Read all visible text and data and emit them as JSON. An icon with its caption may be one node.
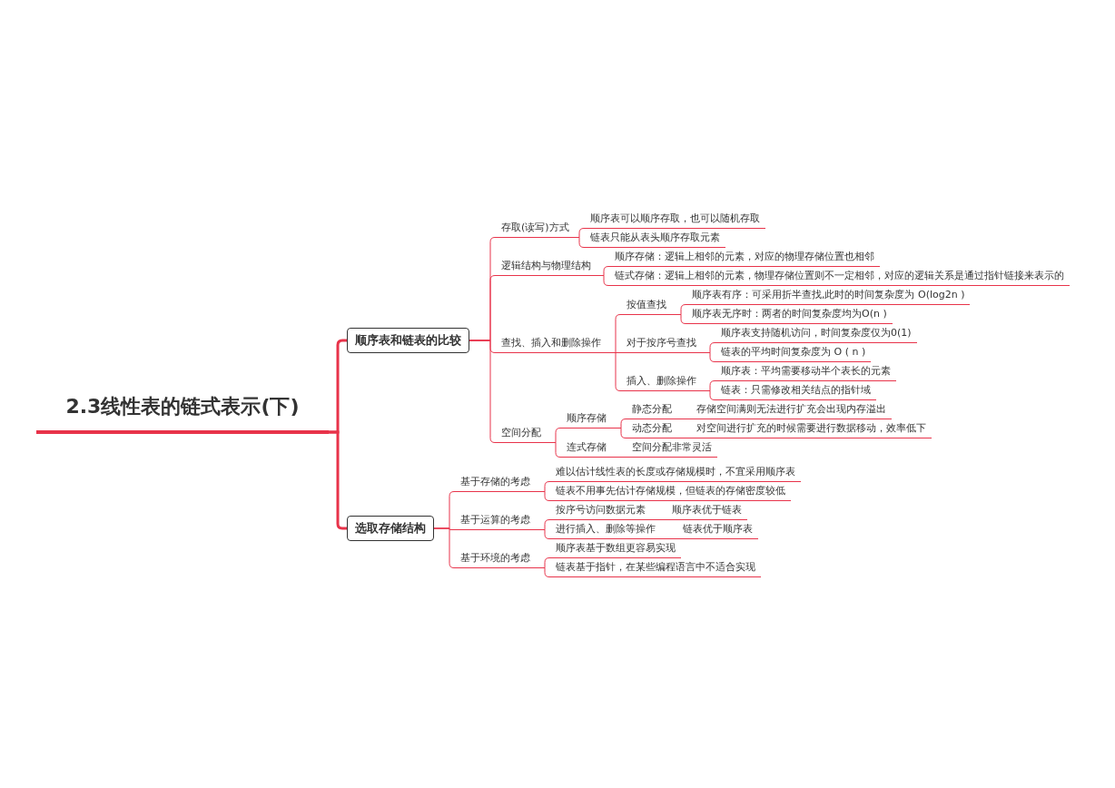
{
  "diagram": {
    "nodes": [
      {
        "text": [
          "2.3线性表的链式表示(下)"
        ]
      },
      {
        "text": [
          "顺序表和链表的比较"
        ]
      },
      {
        "text": [
          "存取(读写)方式"
        ]
      },
      {
        "text": [
          "顺序表可以顺序存取，也可以随机存取"
        ]
      },
      {
        "text": [
          "链表只能从表头顺序存取元素"
        ]
      },
      {
        "text": [
          "逻辑结构与物理结构"
        ]
      },
      {
        "text": [
          "顺序存储：逻辑上相邻的元素，对应的物理存储位置也相邻"
        ]
      },
      {
        "text": [
          "链式存储：逻辑上相邻的元素，物理存储位置则不一定相邻，对应的逻辑关系是通过指针链接来表示的"
        ]
      },
      {
        "text": [
          "查找、插入和删除操作"
        ]
      },
      {
        "text": [
          "按值查找"
        ]
      },
      {
        "text": [
          "顺序表有序：可采用折半查找,此时的时间复杂度为 O(log2n )"
        ]
      },
      {
        "text": [
          "顺序表无序时：两者的时间复杂度均为O(n )"
        ]
      },
      {
        "text": [
          "对于按序号查找"
        ]
      },
      {
        "text": [
          "顺序表支持随机访问，时间复杂度仅为0(1)"
        ]
      },
      {
        "text": [
          "链表的平均时间复杂度为 O ( n )"
        ]
      },
      {
        "text": [
          "插入、删除操作"
        ]
      },
      {
        "text": [
          "顺序表：平均需要移动半个表长的元素"
        ]
      },
      {
        "text": [
          "链表：只需修改相关结点的指针域"
        ]
      },
      {
        "text": [
          "空间分配"
        ]
      },
      {
        "text": [
          "顺序存储"
        ]
      },
      {
        "text": [
          "静态分配"
        ]
      },
      {
        "text": [
          "存储空间满则无法进行扩充会出现内存溢出"
        ]
      },
      {
        "text": [
          "动态分配"
        ]
      },
      {
        "text": [
          "对空间进行扩充的时候需要进行数据移动，效率低下"
        ]
      },
      {
        "text": [
          "连式存储"
        ]
      },
      {
        "text": [
          "空间分配非常灵活"
        ]
      },
      {
        "text": [
          "选取存储结构"
        ]
      },
      {
        "text": [
          "基于存储的考虑"
        ]
      },
      {
        "text": [
          "难以估计线性表的长度或存储规模时，不宜采用顺序表"
        ]
      },
      {
        "text": [
          "链表不用事先估计存储规模，但链表的存储密度较低"
        ]
      },
      {
        "text": [
          "基于运算的考虑"
        ]
      },
      {
        "text": [
          "按序号访问数据元素"
        ]
      },
      {
        "text": [
          "顺序表优于链表"
        ]
      },
      {
        "text": [
          "进行插入、删除等操作"
        ]
      },
      {
        "text": [
          "链表优于顺序表"
        ]
      },
      {
        "text": [
          "基于环境的考虑"
        ]
      },
      {
        "text": [
          "顺序表基于数组更容易实现"
        ]
      },
      {
        "text": [
          "链表基于指针，在某些编程语言中不适合实现"
        ]
      }
    ],
    "edges": [
      {
        "from": 0,
        "to": 1,
        "arrow": "none",
        "style": "thick"
      },
      {
        "from": 0,
        "to": 26,
        "arrow": "none",
        "style": "thick"
      },
      {
        "from": 1,
        "to": 2,
        "arrow": "none"
      },
      {
        "from": 1,
        "to": 5,
        "arrow": "none"
      },
      {
        "from": 1,
        "to": 8,
        "arrow": "none"
      },
      {
        "from": 1,
        "to": 18,
        "arrow": "none"
      },
      {
        "from": 2,
        "to": 3,
        "arrow": "none"
      },
      {
        "from": 2,
        "to": 4,
        "arrow": "none"
      },
      {
        "from": 5,
        "to": 6,
        "arrow": "none"
      },
      {
        "from": 5,
        "to": 7,
        "arrow": "none"
      },
      {
        "from": 8,
        "to": 9,
        "arrow": "none"
      },
      {
        "from": 8,
        "to": 12,
        "arrow": "none"
      },
      {
        "from": 8,
        "to": 15,
        "arrow": "none"
      },
      {
        "from": 9,
        "to": 10,
        "arrow": "none"
      },
      {
        "from": 9,
        "to": 11,
        "arrow": "none"
      },
      {
        "from": 12,
        "to": 13,
        "arrow": "none"
      },
      {
        "from": 12,
        "to": 14,
        "arrow": "none"
      },
      {
        "from": 15,
        "to": 16,
        "arrow": "none"
      },
      {
        "from": 15,
        "to": 17,
        "arrow": "none"
      },
      {
        "from": 18,
        "to": 19,
        "arrow": "none"
      },
      {
        "from": 18,
        "to": 24,
        "arrow": "none"
      },
      {
        "from": 19,
        "to": 20,
        "arrow": "none"
      },
      {
        "from": 19,
        "to": 22,
        "arrow": "none"
      },
      {
        "from": 20,
        "to": 21,
        "arrow": "none"
      },
      {
        "from": 22,
        "to": 23,
        "arrow": "none"
      },
      {
        "from": 24,
        "to": 25,
        "arrow": "none"
      },
      {
        "from": 26,
        "to": 27,
        "arrow": "none"
      },
      {
        "from": 26,
        "to": 30,
        "arrow": "none"
      },
      {
        "from": 26,
        "to": 35,
        "arrow": "none"
      },
      {
        "from": 27,
        "to": 28,
        "arrow": "none"
      },
      {
        "from": 27,
        "to": 29,
        "arrow": "none"
      },
      {
        "from": 30,
        "to": 31,
        "arrow": "none"
      },
      {
        "from": 30,
        "to": 33,
        "arrow": "none"
      },
      {
        "from": 31,
        "to": 32,
        "arrow": "none"
      },
      {
        "from": 33,
        "to": 34,
        "arrow": "none"
      },
      {
        "from": 35,
        "to": 36,
        "arrow": "none"
      },
      {
        "from": 35,
        "to": 37,
        "arrow": "none"
      }
    ]
  }
}
